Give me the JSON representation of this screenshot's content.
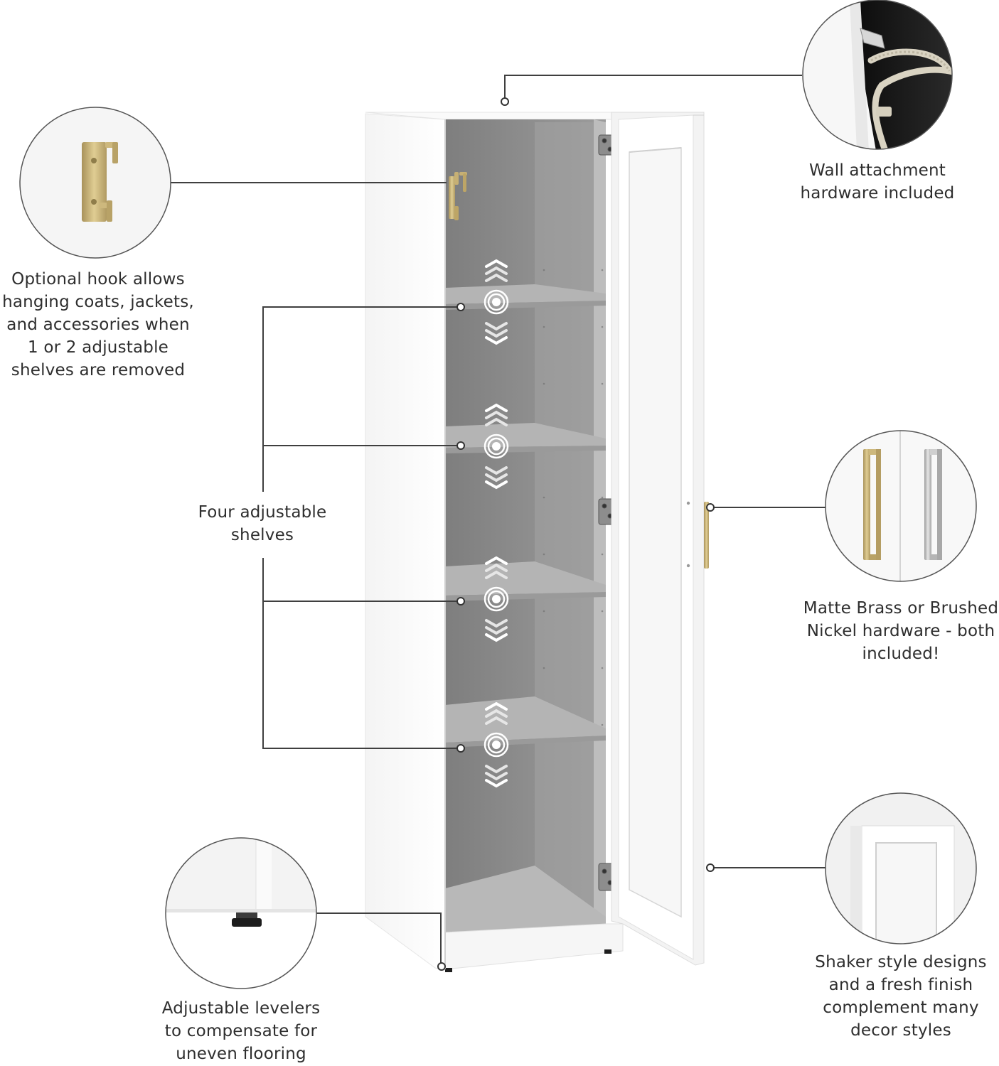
{
  "callouts": {
    "hook": {
      "lines": [
        "Optional hook allows",
        "hanging coats, jackets,",
        "and accessories when",
        "1 or 2 adjustable",
        "shelves are removed"
      ]
    },
    "wall": {
      "lines": [
        "Wall attachment",
        "hardware included"
      ]
    },
    "shelves": {
      "lines": [
        "Four adjustable",
        "shelves"
      ]
    },
    "hardware": {
      "lines": [
        "Matte Brass or Brushed",
        "Nickel hardware - both",
        "included!"
      ]
    },
    "levelers": {
      "lines": [
        "Adjustable levelers",
        "to compensate for",
        "uneven flooring"
      ]
    },
    "shaker": {
      "lines": [
        "Shaker style designs",
        "and a fresh finish",
        "complement many",
        "decor styles"
      ]
    }
  },
  "colors": {
    "cabinet_white": "#ffffff",
    "interior_gray": "#8a8a8a",
    "shelf_gray": "#9a9a9a",
    "brass": "#c9b37a",
    "nickel": "#c4c4c4",
    "line": "#444444"
  },
  "icons": [
    "hook-icon",
    "wall-bracket-icon",
    "handle-icon",
    "leveler-icon",
    "hinge-icon",
    "adjust-arrows-icon"
  ]
}
